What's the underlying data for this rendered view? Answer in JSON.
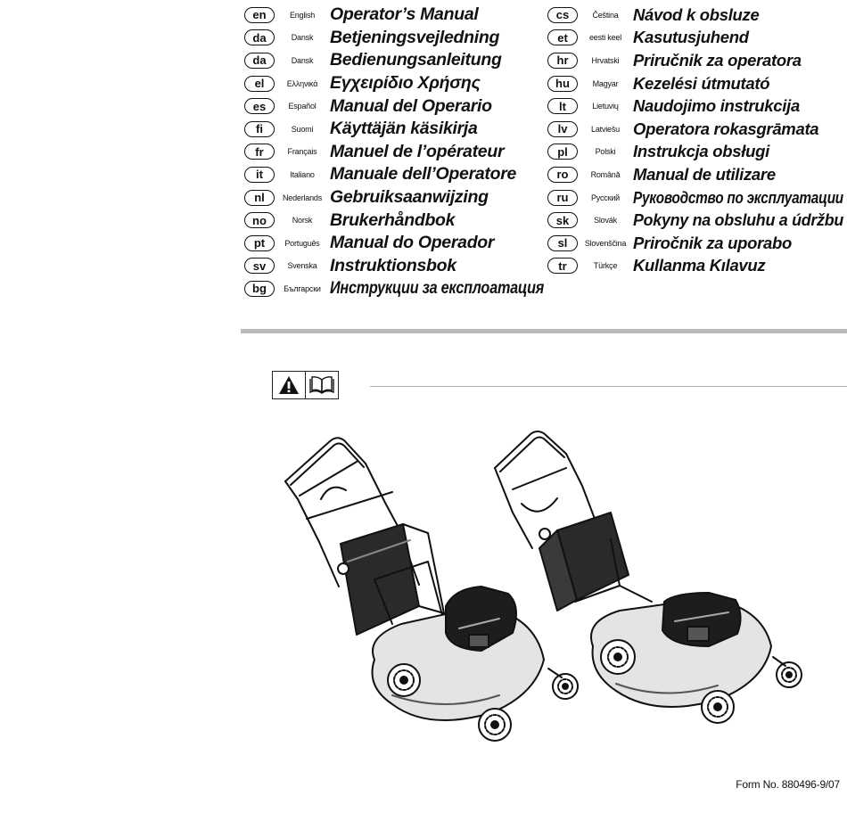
{
  "languages_left": [
    {
      "code": "en",
      "language": "English",
      "title": "Operator’s Manual"
    },
    {
      "code": "da",
      "language": "Dansk",
      "title": "Betjeningsvejledning"
    },
    {
      "code": "da",
      "language": "Dansk",
      "title": "Bedienungsanleitung"
    },
    {
      "code": "el",
      "language": "Ελληνικά",
      "title": "Εγχειρίδιο Χρήσης"
    },
    {
      "code": "es",
      "language": "Español",
      "title": "Manual del Operario"
    },
    {
      "code": "fi",
      "language": "Suomi",
      "title": "Käyttäjän käsikirja"
    },
    {
      "code": "fr",
      "language": "Français",
      "title": "Manuel de l’opérateur"
    },
    {
      "code": "it",
      "language": "Italiano",
      "title": "Manuale dell’Operatore"
    },
    {
      "code": "nl",
      "language": "Nederlands",
      "title": "Gebruiksaanwijzing"
    },
    {
      "code": "no",
      "language": "Norsk",
      "title": "Brukerhåndbok"
    },
    {
      "code": "pt",
      "language": "Português",
      "title": "Manual do Operador"
    },
    {
      "code": "sv",
      "language": "Svenska",
      "title": "Instruktionsbok"
    },
    {
      "code": "bg",
      "language": "Български",
      "title": "Инструкции за експлоатация"
    }
  ],
  "languages_right": [
    {
      "code": "cs",
      "language": "Čeština",
      "title": "Návod k obsluze"
    },
    {
      "code": "et",
      "language": "eesti keel",
      "title": "Kasutusjuhend"
    },
    {
      "code": "hr",
      "language": "Hrvatski",
      "title": "Priručnik za operatora"
    },
    {
      "code": "hu",
      "language": "Magyar",
      "title": "Kezelési útmutató"
    },
    {
      "code": "lt",
      "language": "Lietuvių",
      "title": "Naudojimo instrukcija"
    },
    {
      "code": "lv",
      "language": "Latviešu",
      "title": "Operatora rokasgrāmata"
    },
    {
      "code": "pl",
      "language": "Polski",
      "title": "Instrukcja obsługi"
    },
    {
      "code": "ro",
      "language": "Română",
      "title": "Manual de utilizare"
    },
    {
      "code": "ru",
      "language": "Русский",
      "title": "Руководство по эксплуатации"
    },
    {
      "code": "sk",
      "language": "Slovák",
      "title": "Pokyny na obsluhu a údržbu"
    },
    {
      "code": "sl",
      "language": "Slovenščina",
      "title": "Priročnik za uporabo"
    },
    {
      "code": "tr",
      "language": "Türkçe",
      "title": "Kullanma Kılavuz"
    }
  ],
  "icons": {
    "warning": "warning-triangle-icon",
    "manual": "open-book-icon"
  },
  "illustrations": [
    "lawn-mower-illustration",
    "lawn-mower-illustration"
  ],
  "form_number": "Form No. 880496-9/07"
}
